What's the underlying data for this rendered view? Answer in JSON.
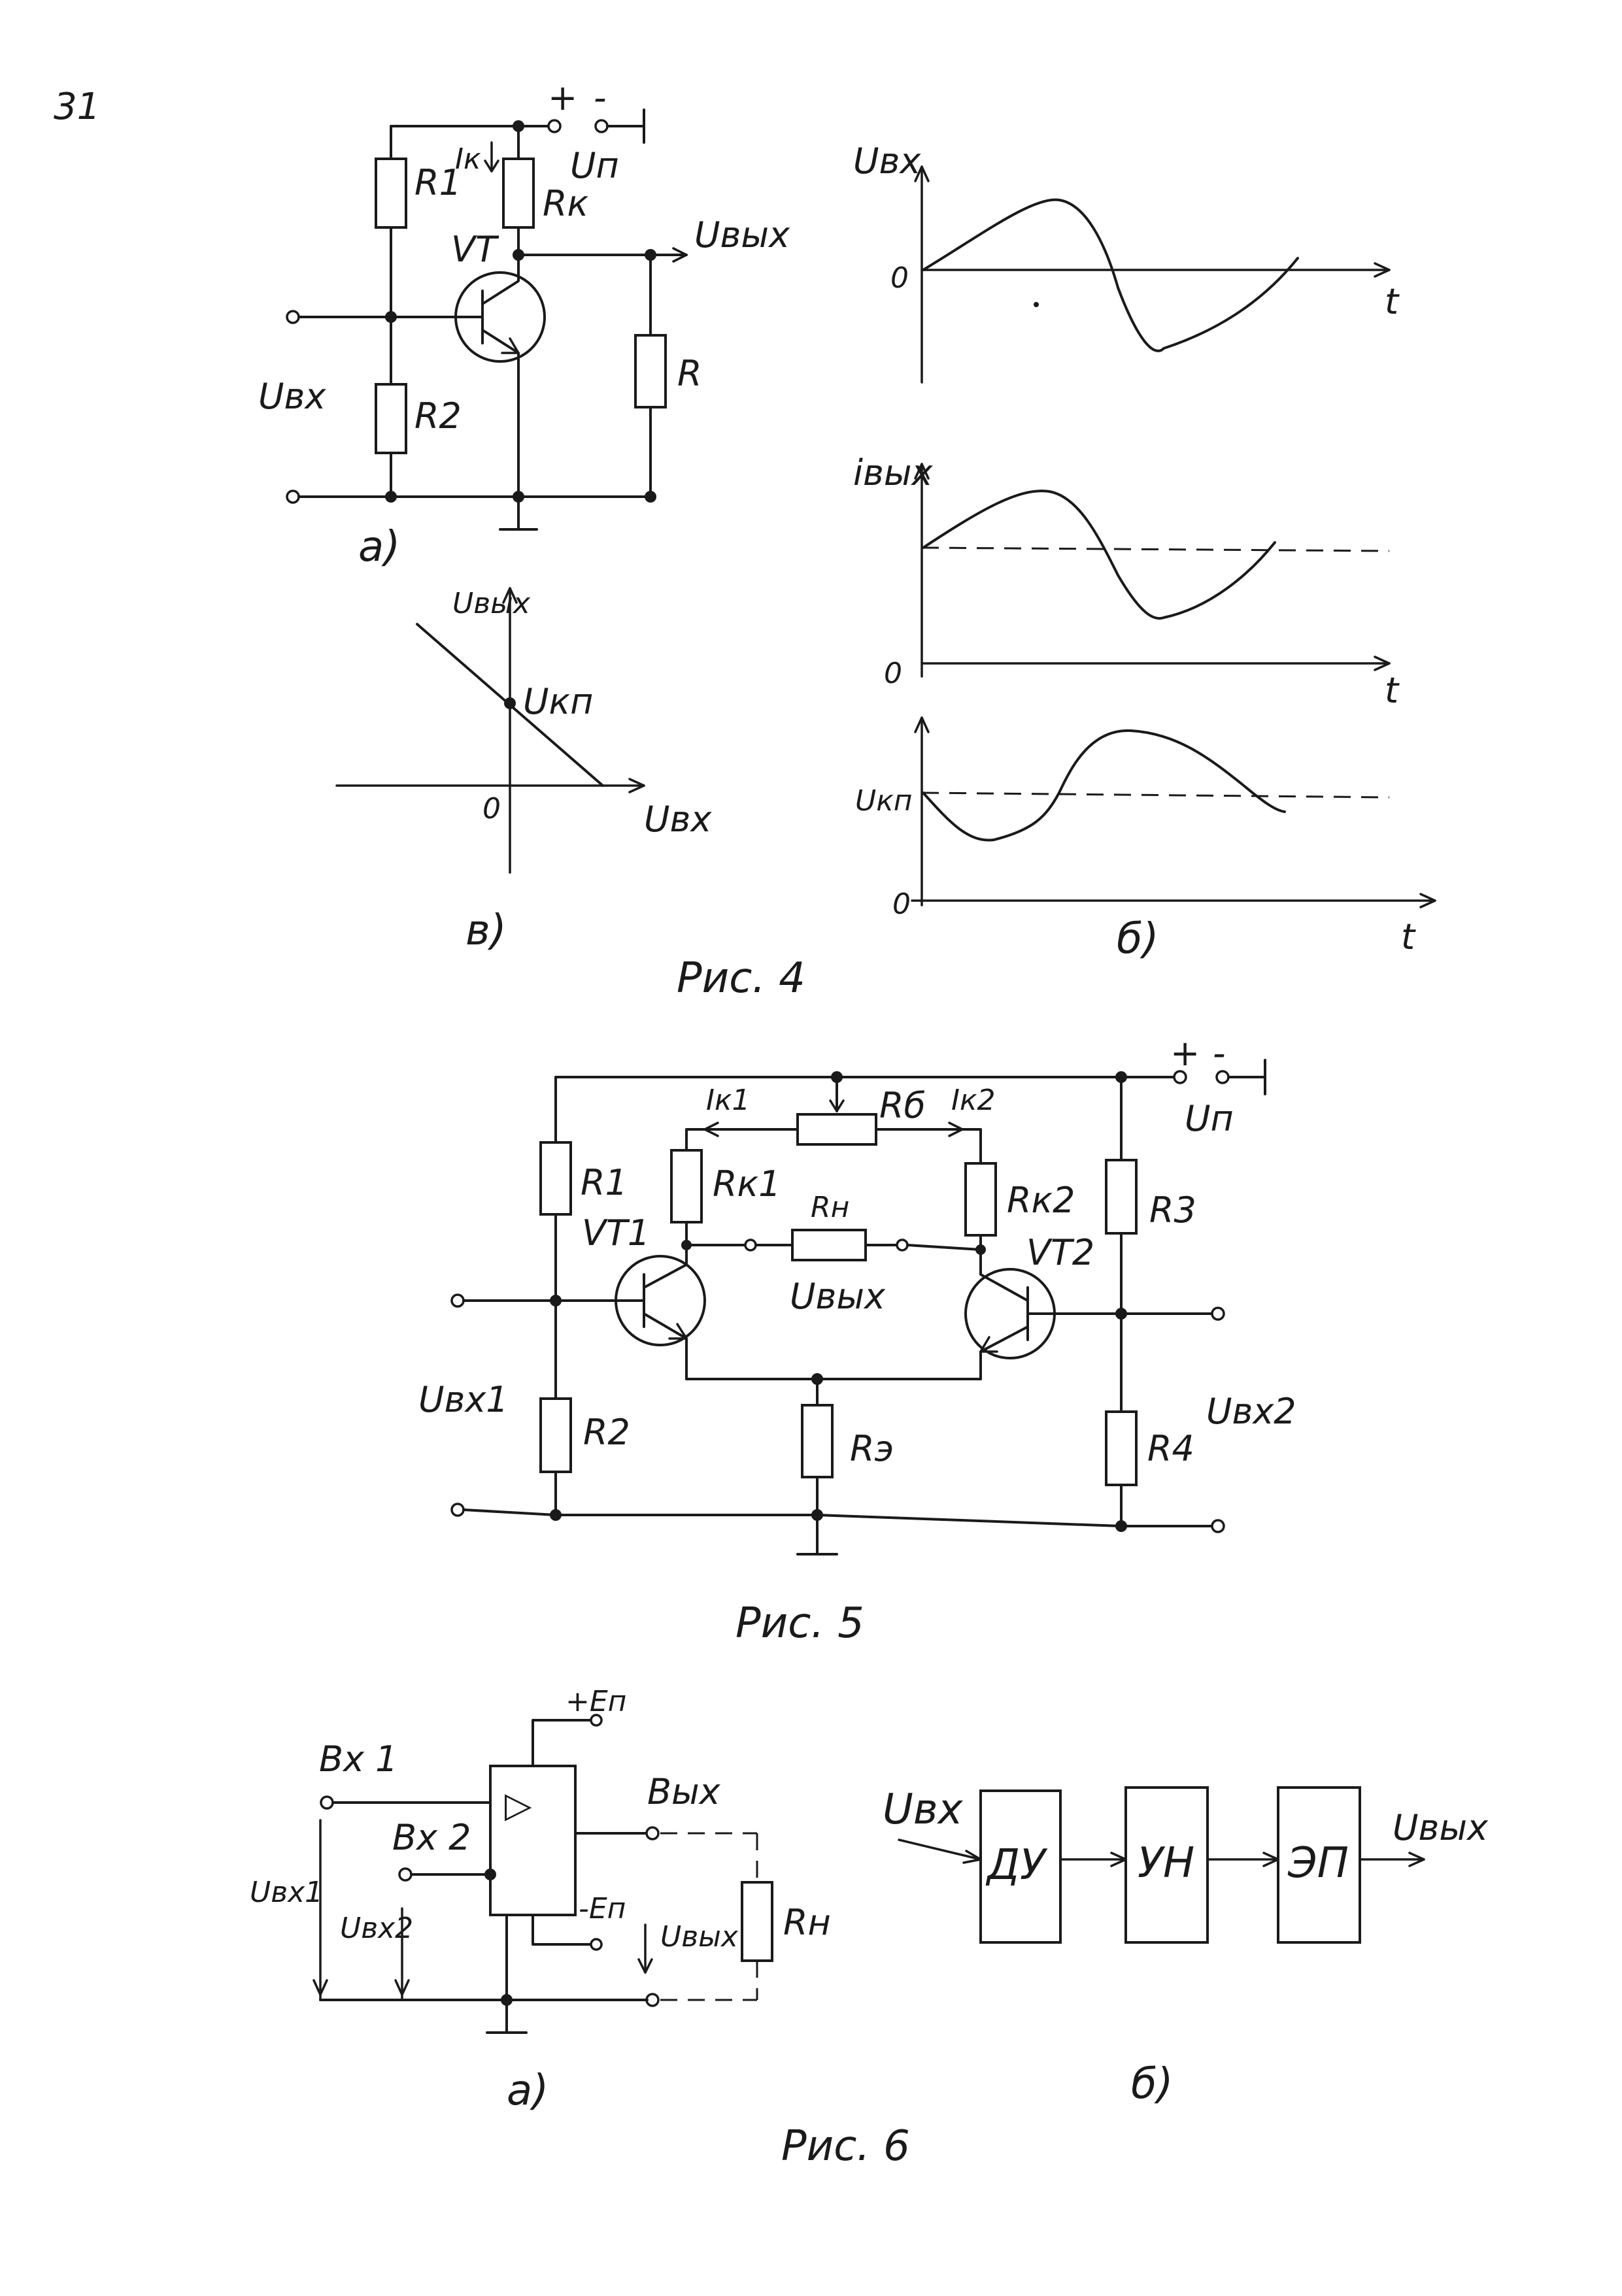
{
  "page_number": "31",
  "fig4": {
    "caption": "Рис. 4",
    "a": {
      "sublabel": "а)",
      "labels": {
        "plus": "+",
        "minus": "-",
        "up": "Uп",
        "ik": "Iк",
        "r1": "R1",
        "rk": "Rк",
        "vt": "VT",
        "uvyx": "Uвых",
        "r": "R",
        "ubx": "Uвх",
        "r2": "R2"
      }
    },
    "b": {
      "sublabel": "б)",
      "uin": {
        "ylabel": "Uвх",
        "xlabel": "t",
        "origin": "0"
      },
      "iout": {
        "ylabel": "iвых",
        "xlabel": "t",
        "origin": "0"
      },
      "uout": {
        "ylabel": "Uкп",
        "xlabel": "t",
        "origin": "0"
      }
    },
    "v": {
      "sublabel": "в)",
      "ylabel": "Uвых",
      "xlabel": "Uвх",
      "origin": "0",
      "point_label": "Uкп"
    }
  },
  "fig5": {
    "caption": "Рис. 5",
    "labels": {
      "plus": "+",
      "minus": "-",
      "up": "Uп",
      "ik1": "Iк1",
      "rb": "Rб",
      "ik2": "Iк2",
      "r1": "R1",
      "rk1": "Rк1",
      "rn": "Rн",
      "rk2": "Rк2",
      "r3": "R3",
      "vt1": "VT1",
      "vt2": "VT2",
      "uvyx": "Uвых",
      "ubx1": "Uвх1",
      "ubx2": "Uвх2",
      "r2": "R2",
      "re": "Rэ",
      "r4": "R4"
    }
  },
  "fig6": {
    "caption": "Рис. 6",
    "a": {
      "sublabel": "а)",
      "labels": {
        "ep_plus": "+Eп",
        "bx1": "Вх 1",
        "bx2": "Вх 2",
        "vyx": "Вых",
        "ep_minus": "-Eп",
        "ubx1": "Uвх1",
        "ubx2": "Uвх2",
        "uvyx": "Uвых",
        "rn": "Rн",
        "tri": "▷"
      }
    },
    "b": {
      "sublabel": "б)",
      "input": "Uвх",
      "output": "Uвых",
      "blocks": [
        "ДУ",
        "УН",
        "ЭП"
      ]
    }
  }
}
